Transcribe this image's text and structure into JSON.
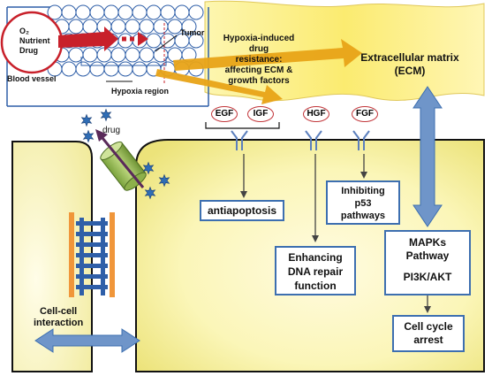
{
  "inset": {
    "tumor_label": "Tumor",
    "o2_label": "O₂",
    "nutrient_label": "Nutrient",
    "drug_label": "Drug",
    "blood_vessel_label": "Blood vessel",
    "hypoxia_region_label": "Hypoxia region"
  },
  "resistance_text": [
    "Hypoxia-induced drug",
    "resistance:",
    "affecting ECM &",
    "growth factors"
  ],
  "ecm_label": [
    "Extracellular matrix",
    "(ECM)"
  ],
  "growth_factors": [
    "EGF",
    "IGF",
    "HGF",
    "FGF"
  ],
  "drug_label": "drug",
  "boxes": {
    "antiapoptosis": "antiapoptosis",
    "dna_repair": [
      "Enhancing",
      "DNA repair",
      "function"
    ],
    "p53": [
      "Inhibiting",
      "p53",
      "pathways"
    ],
    "mapks": [
      "MAPKs",
      "Pathway"
    ],
    "pi3k": "PI3K/AKT",
    "cell_cycle": [
      "Cell cycle",
      "arrest"
    ]
  },
  "cell_cell_label": [
    "Cell-cell",
    "interaction"
  ],
  "colors": {
    "cell_fill": "#f6f2a8",
    "cell_border": "#111111",
    "box_border": "#3d6fb0",
    "oval_border": "#c2363a",
    "arrow_orange": "#e8a317",
    "arrow_blue": "#6f95c9",
    "inset_blue": "#2f5fa8",
    "vessel_red": "#c8202a"
  }
}
